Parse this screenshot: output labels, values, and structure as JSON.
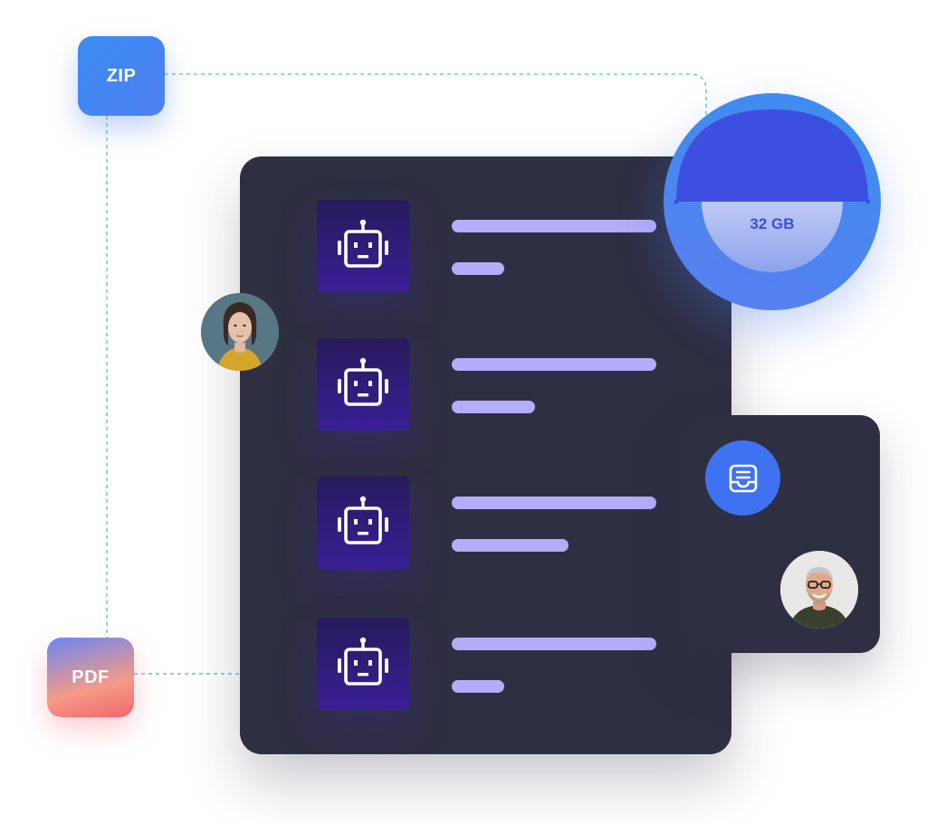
{
  "files": {
    "zip_label": "ZIP",
    "pdf_label": "PDF"
  },
  "storage": {
    "label": "32 GB"
  },
  "list": {
    "rows": [
      {
        "icon": "robot-icon",
        "line_fill": 1.0,
        "short_fill": 0.26
      },
      {
        "icon": "robot-icon",
        "line_fill": 1.0,
        "short_fill": 0.41
      },
      {
        "icon": "robot-icon",
        "line_fill": 1.0,
        "short_fill": 0.57
      },
      {
        "icon": "robot-icon",
        "line_fill": 1.0,
        "short_fill": 0.26
      }
    ]
  },
  "side_panel": {
    "icon": "inbox-icon"
  },
  "colors": {
    "card": "#2f2f43",
    "bar": "#b4adfa",
    "accent": "#3f72f0",
    "zip": "#3a8cf0"
  }
}
